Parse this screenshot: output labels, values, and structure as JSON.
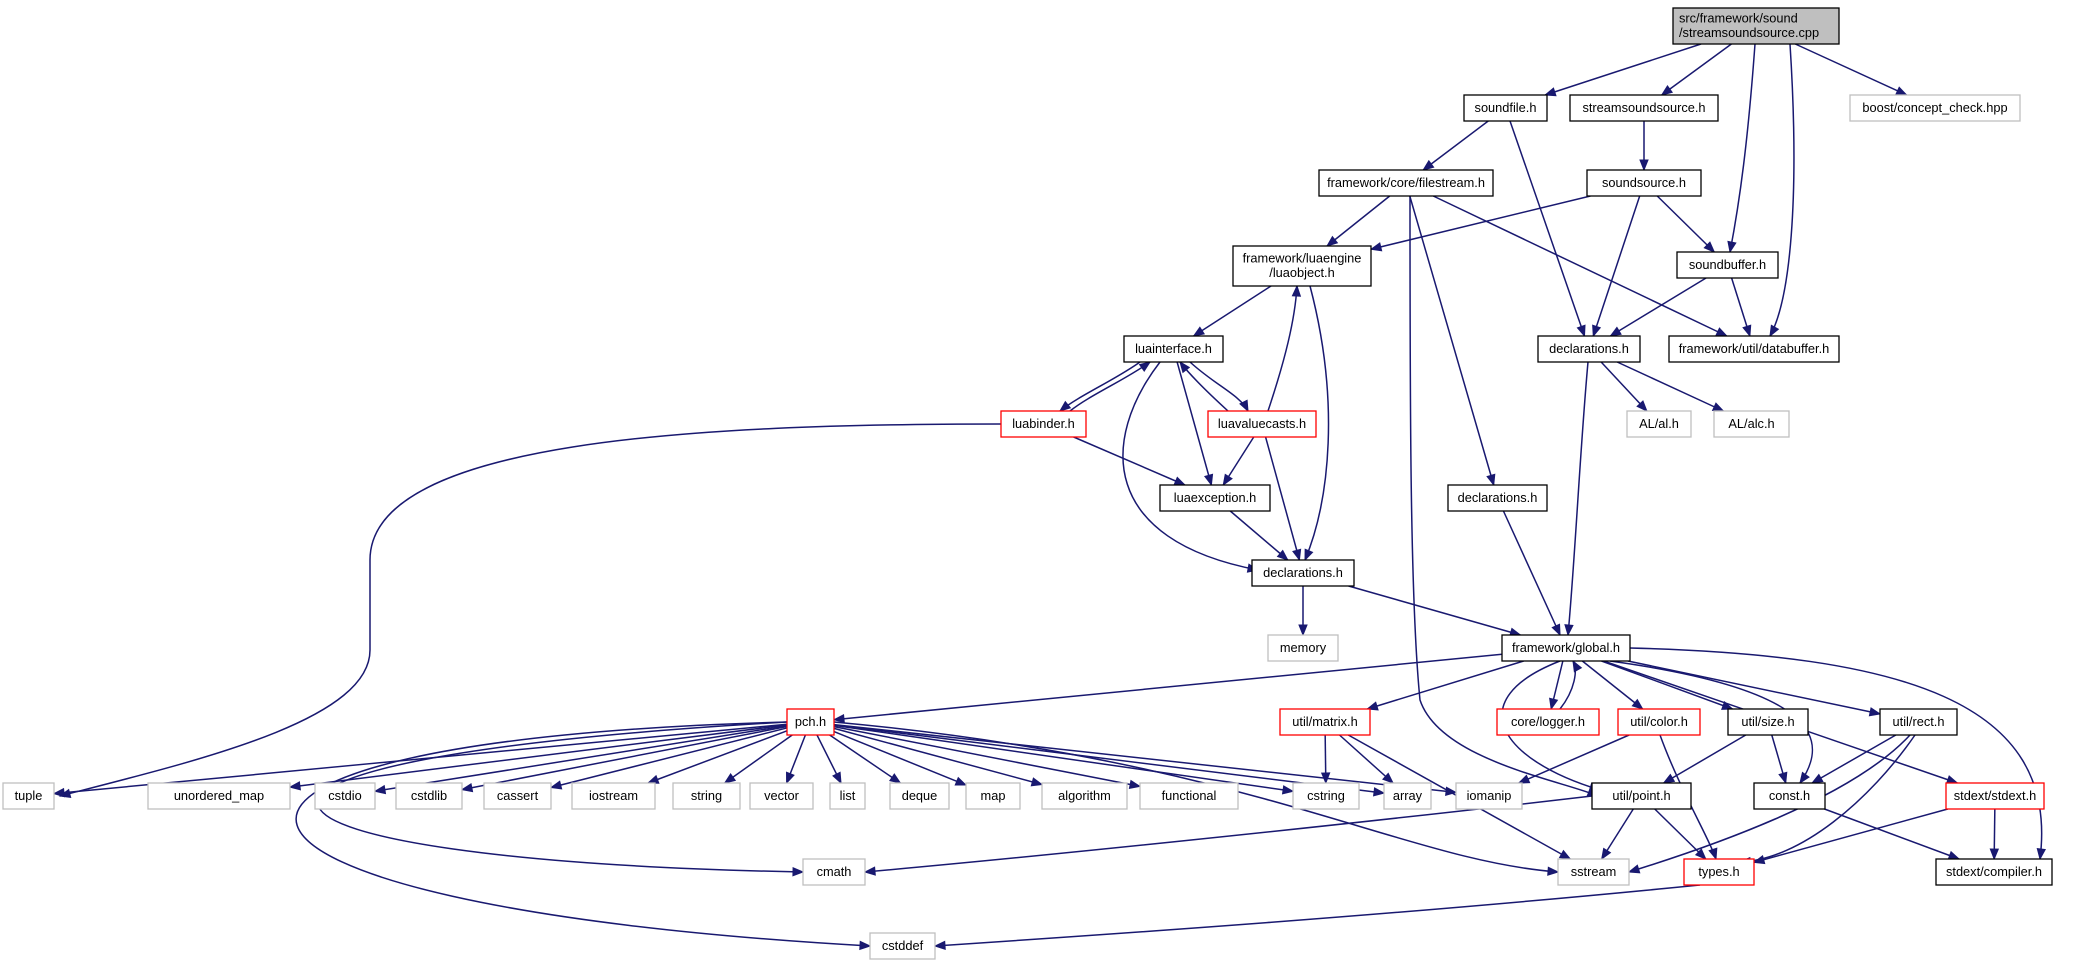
{
  "colors": {
    "edge": "#191970",
    "border_normal": "#000000",
    "border_truncated": "#ff0000",
    "border_external": "#bfbfbf",
    "fill_root": "#bfbfbf",
    "fill": "#ffffff"
  },
  "nodes": [
    {
      "id": "root",
      "lines": [
        "src/framework/sound",
        "/streamsoundsource.cpp"
      ],
      "kind": "root"
    },
    {
      "id": "soundfile",
      "lines": [
        "soundfile.h"
      ],
      "kind": "normal"
    },
    {
      "id": "streamsoundsource",
      "lines": [
        "streamsoundsource.h"
      ],
      "kind": "normal"
    },
    {
      "id": "concept_check",
      "lines": [
        "boost/concept_check.hpp"
      ],
      "kind": "external"
    },
    {
      "id": "filestream",
      "lines": [
        "framework/core/filestream.h"
      ],
      "kind": "normal"
    },
    {
      "id": "soundsource",
      "lines": [
        "soundsource.h"
      ],
      "kind": "normal"
    },
    {
      "id": "luaobject",
      "lines": [
        "framework/luaengine",
        "/luaobject.h"
      ],
      "kind": "normal"
    },
    {
      "id": "soundbuffer",
      "lines": [
        "soundbuffer.h"
      ],
      "kind": "normal"
    },
    {
      "id": "luainterface",
      "lines": [
        "luainterface.h"
      ],
      "kind": "normal"
    },
    {
      "id": "declarations_sound",
      "lines": [
        "declarations.h"
      ],
      "kind": "normal"
    },
    {
      "id": "databuffer",
      "lines": [
        "framework/util/databuffer.h"
      ],
      "kind": "normal"
    },
    {
      "id": "luabinder",
      "lines": [
        "luabinder.h"
      ],
      "kind": "truncated"
    },
    {
      "id": "luavaluecasts",
      "lines": [
        "luavaluecasts.h"
      ],
      "kind": "truncated"
    },
    {
      "id": "al",
      "lines": [
        "AL/al.h"
      ],
      "kind": "external"
    },
    {
      "id": "alc",
      "lines": [
        "AL/alc.h"
      ],
      "kind": "external"
    },
    {
      "id": "luaexception",
      "lines": [
        "luaexception.h"
      ],
      "kind": "normal"
    },
    {
      "id": "declarations_core",
      "lines": [
        "declarations.h"
      ],
      "kind": "normal"
    },
    {
      "id": "declarations_lua",
      "lines": [
        "declarations.h"
      ],
      "kind": "normal"
    },
    {
      "id": "memory",
      "lines": [
        "memory"
      ],
      "kind": "external"
    },
    {
      "id": "global",
      "lines": [
        "framework/global.h"
      ],
      "kind": "normal"
    },
    {
      "id": "pch",
      "lines": [
        "pch.h"
      ],
      "kind": "truncated"
    },
    {
      "id": "matrix",
      "lines": [
        "util/matrix.h"
      ],
      "kind": "truncated"
    },
    {
      "id": "logger",
      "lines": [
        "core/logger.h"
      ],
      "kind": "truncated"
    },
    {
      "id": "color",
      "lines": [
        "util/color.h"
      ],
      "kind": "truncated"
    },
    {
      "id": "size",
      "lines": [
        "util/size.h"
      ],
      "kind": "normal"
    },
    {
      "id": "rect",
      "lines": [
        "util/rect.h"
      ],
      "kind": "normal"
    },
    {
      "id": "tuple",
      "lines": [
        "tuple"
      ],
      "kind": "external"
    },
    {
      "id": "unordered_map",
      "lines": [
        "unordered_map"
      ],
      "kind": "external"
    },
    {
      "id": "cstdio",
      "lines": [
        "cstdio"
      ],
      "kind": "external"
    },
    {
      "id": "cstdlib",
      "lines": [
        "cstdlib"
      ],
      "kind": "external"
    },
    {
      "id": "cassert",
      "lines": [
        "cassert"
      ],
      "kind": "external"
    },
    {
      "id": "iostream",
      "lines": [
        "iostream"
      ],
      "kind": "external"
    },
    {
      "id": "string",
      "lines": [
        "string"
      ],
      "kind": "external"
    },
    {
      "id": "vector",
      "lines": [
        "vector"
      ],
      "kind": "external"
    },
    {
      "id": "list",
      "lines": [
        "list"
      ],
      "kind": "external"
    },
    {
      "id": "deque",
      "lines": [
        "deque"
      ],
      "kind": "external"
    },
    {
      "id": "map",
      "lines": [
        "map"
      ],
      "kind": "external"
    },
    {
      "id": "algorithm",
      "lines": [
        "algorithm"
      ],
      "kind": "external"
    },
    {
      "id": "functional",
      "lines": [
        "functional"
      ],
      "kind": "external"
    },
    {
      "id": "cstring",
      "lines": [
        "cstring"
      ],
      "kind": "external"
    },
    {
      "id": "array",
      "lines": [
        "array"
      ],
      "kind": "external"
    },
    {
      "id": "iomanip",
      "lines": [
        "iomanip"
      ],
      "kind": "external"
    },
    {
      "id": "point",
      "lines": [
        "util/point.h"
      ],
      "kind": "normal"
    },
    {
      "id": "const",
      "lines": [
        "const.h"
      ],
      "kind": "normal"
    },
    {
      "id": "stdext",
      "lines": [
        "stdext/stdext.h"
      ],
      "kind": "truncated"
    },
    {
      "id": "cmath",
      "lines": [
        "cmath"
      ],
      "kind": "external"
    },
    {
      "id": "sstream",
      "lines": [
        "sstream"
      ],
      "kind": "external"
    },
    {
      "id": "types",
      "lines": [
        "types.h"
      ],
      "kind": "truncated"
    },
    {
      "id": "compiler",
      "lines": [
        "stdext/compiler.h"
      ],
      "kind": "normal"
    },
    {
      "id": "cstddef",
      "lines": [
        "cstddef"
      ],
      "kind": "external"
    }
  ],
  "edges": [
    [
      "root",
      "soundfile"
    ],
    [
      "root",
      "streamsoundsource"
    ],
    [
      "root",
      "concept_check"
    ],
    [
      "root",
      "soundbuffer"
    ],
    [
      "root",
      "databuffer"
    ],
    [
      "soundfile",
      "filestream"
    ],
    [
      "soundfile",
      "declarations_sound"
    ],
    [
      "streamsoundsource",
      "soundsource"
    ],
    [
      "filestream",
      "luaobject"
    ],
    [
      "filestream",
      "databuffer"
    ],
    [
      "filestream",
      "declarations_core"
    ],
    [
      "filestream",
      "point"
    ],
    [
      "soundsource",
      "luaobject"
    ],
    [
      "soundsource",
      "soundbuffer"
    ],
    [
      "soundsource",
      "declarations_sound"
    ],
    [
      "luaobject",
      "luainterface"
    ],
    [
      "luaobject",
      "declarations_lua"
    ],
    [
      "soundbuffer",
      "declarations_sound"
    ],
    [
      "soundbuffer",
      "databuffer"
    ],
    [
      "luainterface",
      "luabinder"
    ],
    [
      "luainterface",
      "luavaluecasts"
    ],
    [
      "luainterface",
      "luaexception"
    ],
    [
      "luainterface",
      "declarations_lua"
    ],
    [
      "luabinder",
      "luainterface"
    ],
    [
      "luabinder",
      "luaexception"
    ],
    [
      "luabinder",
      "tuple"
    ],
    [
      "luavaluecasts",
      "luainterface"
    ],
    [
      "luavaluecasts",
      "luaobject"
    ],
    [
      "luavaluecasts",
      "luaexception"
    ],
    [
      "luavaluecasts",
      "declarations_lua"
    ],
    [
      "declarations_sound",
      "al"
    ],
    [
      "declarations_sound",
      "alc"
    ],
    [
      "declarations_sound",
      "global"
    ],
    [
      "luaexception",
      "declarations_lua"
    ],
    [
      "declarations_core",
      "global"
    ],
    [
      "declarations_lua",
      "memory"
    ],
    [
      "declarations_lua",
      "global"
    ],
    [
      "global",
      "pch"
    ],
    [
      "global",
      "matrix"
    ],
    [
      "global",
      "logger"
    ],
    [
      "global",
      "color"
    ],
    [
      "global",
      "size"
    ],
    [
      "global",
      "rect"
    ],
    [
      "global",
      "point"
    ],
    [
      "global",
      "const"
    ],
    [
      "global",
      "stdext"
    ],
    [
      "global",
      "compiler"
    ],
    [
      "logger",
      "global"
    ],
    [
      "pch",
      "tuple"
    ],
    [
      "pch",
      "unordered_map"
    ],
    [
      "pch",
      "cstdio"
    ],
    [
      "pch",
      "cstdlib"
    ],
    [
      "pch",
      "cassert"
    ],
    [
      "pch",
      "iostream"
    ],
    [
      "pch",
      "string"
    ],
    [
      "pch",
      "vector"
    ],
    [
      "pch",
      "list"
    ],
    [
      "pch",
      "deque"
    ],
    [
      "pch",
      "map"
    ],
    [
      "pch",
      "algorithm"
    ],
    [
      "pch",
      "functional"
    ],
    [
      "pch",
      "cstring"
    ],
    [
      "pch",
      "array"
    ],
    [
      "pch",
      "iomanip"
    ],
    [
      "pch",
      "cmath"
    ],
    [
      "pch",
      "sstream"
    ],
    [
      "pch",
      "cstddef"
    ],
    [
      "matrix",
      "cstring"
    ],
    [
      "matrix",
      "array"
    ],
    [
      "matrix",
      "sstream"
    ],
    [
      "color",
      "iomanip"
    ],
    [
      "color",
      "types"
    ],
    [
      "size",
      "point"
    ],
    [
      "size",
      "const"
    ],
    [
      "rect",
      "const"
    ],
    [
      "rect",
      "sstream"
    ],
    [
      "rect",
      "types"
    ],
    [
      "point",
      "cmath"
    ],
    [
      "point",
      "sstream"
    ],
    [
      "point",
      "types"
    ],
    [
      "const",
      "compiler"
    ],
    [
      "stdext",
      "types"
    ],
    [
      "stdext",
      "compiler"
    ],
    [
      "types",
      "cstddef"
    ]
  ]
}
